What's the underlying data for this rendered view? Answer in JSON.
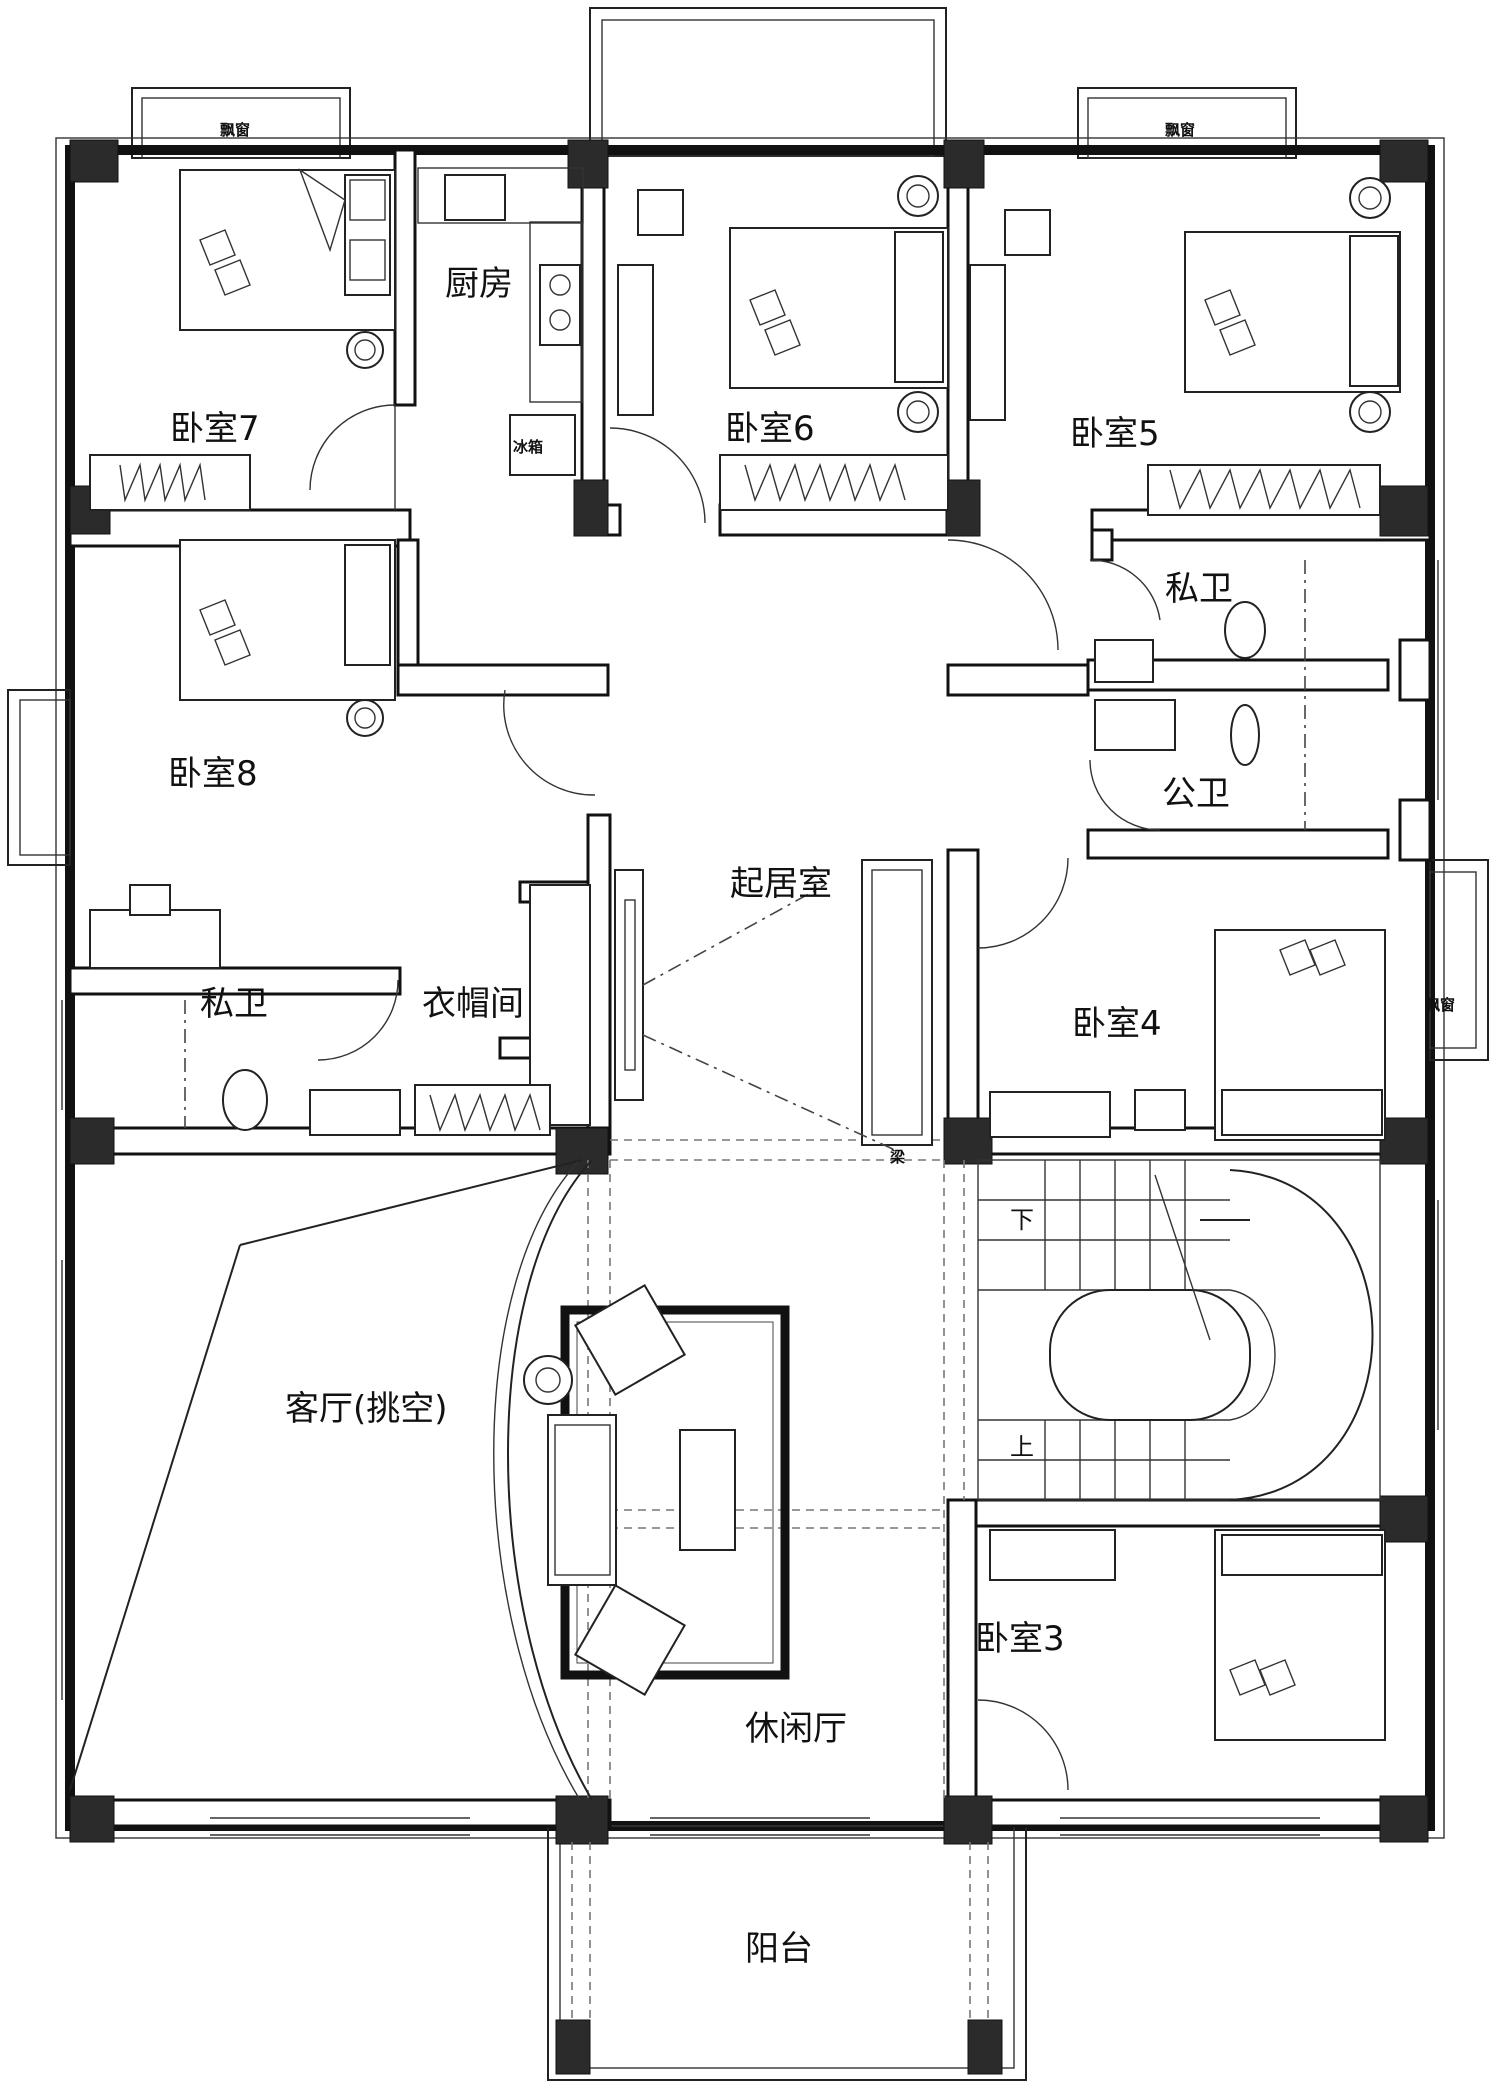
{
  "rooms": {
    "bedroom7": "卧室7",
    "kitchen": "厨房",
    "bedroom6": "卧室6",
    "bedroom5": "卧室5",
    "private_bath_right": "私卫",
    "public_bath": "公卫",
    "bedroom8": "卧室8",
    "living_room": "起居室",
    "private_bath_left": "私卫",
    "cloakroom": "衣帽间",
    "bedroom4": "卧室4",
    "bedroom3": "卧室3",
    "hall_void": "客厅(挑空)",
    "leisure_hall": "休闲厅",
    "balcony": "阳台"
  },
  "small_labels": {
    "bay_window_top_left": "飘窗",
    "bay_window_top_right": "飘窗",
    "bay_window_right": "飘窗",
    "fridge": "冰箱",
    "beam": "梁"
  },
  "stairs": {
    "down": "下",
    "up": "上"
  }
}
